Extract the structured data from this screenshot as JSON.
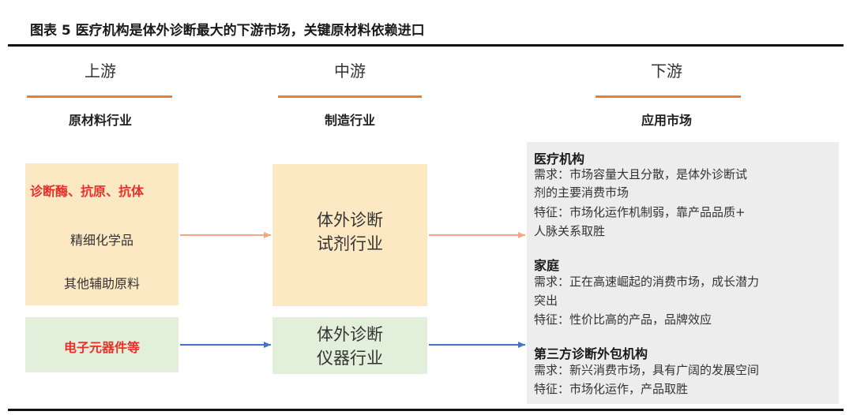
{
  "title": "图表 5  医疗机构是体外诊断最大的下游市场，关键原材料依赖进口",
  "columns": {
    "upstream": {
      "head": "上游",
      "sub": "原材料行业"
    },
    "midstream": {
      "head": "中游",
      "sub": "制造行业"
    },
    "downstream": {
      "head": "下游",
      "sub": "应用市场"
    }
  },
  "upstream": {
    "reagent_box": {
      "red_item": "诊断酶、抗原、抗体",
      "items": [
        "精细化学品",
        "其他辅助原料"
      ]
    },
    "instrument_box": {
      "red_item": "电子元器件等"
    }
  },
  "midstream": {
    "reagent": {
      "line1": "体外诊断",
      "line2": "试剂行业"
    },
    "instrument": {
      "line1": "体外诊断",
      "line2": "仪器行业"
    }
  },
  "downstream": {
    "medical": {
      "head": "医疗机构",
      "lines": [
        "需求：市场容量大且分散，是体外诊断试",
        "剂的主要消费市场",
        "特征：市场化运作机制弱，靠产品品质+",
        "人脉关系取胜"
      ]
    },
    "family": {
      "head": "家庭",
      "lines": [
        "需求：正在高速崛起的消费市场，成长潜力",
        "突出",
        "特征：性价比高的产品，品牌效应"
      ]
    },
    "third_party": {
      "head": "第三方诊断外包机构",
      "lines": [
        "需求：新兴消费市场，具有广阔的发展空间",
        "特征：市场化运作，产品取胜"
      ]
    }
  },
  "colors": {
    "accent_orange": "#ED7D31",
    "arrow_orange": "#F4A582",
    "arrow_blue": "#4472C4",
    "red_text": "#E8302A",
    "box_orange": "#FCE9C4",
    "box_green": "#E2EFDA",
    "box_gray": "#EDEDED"
  }
}
